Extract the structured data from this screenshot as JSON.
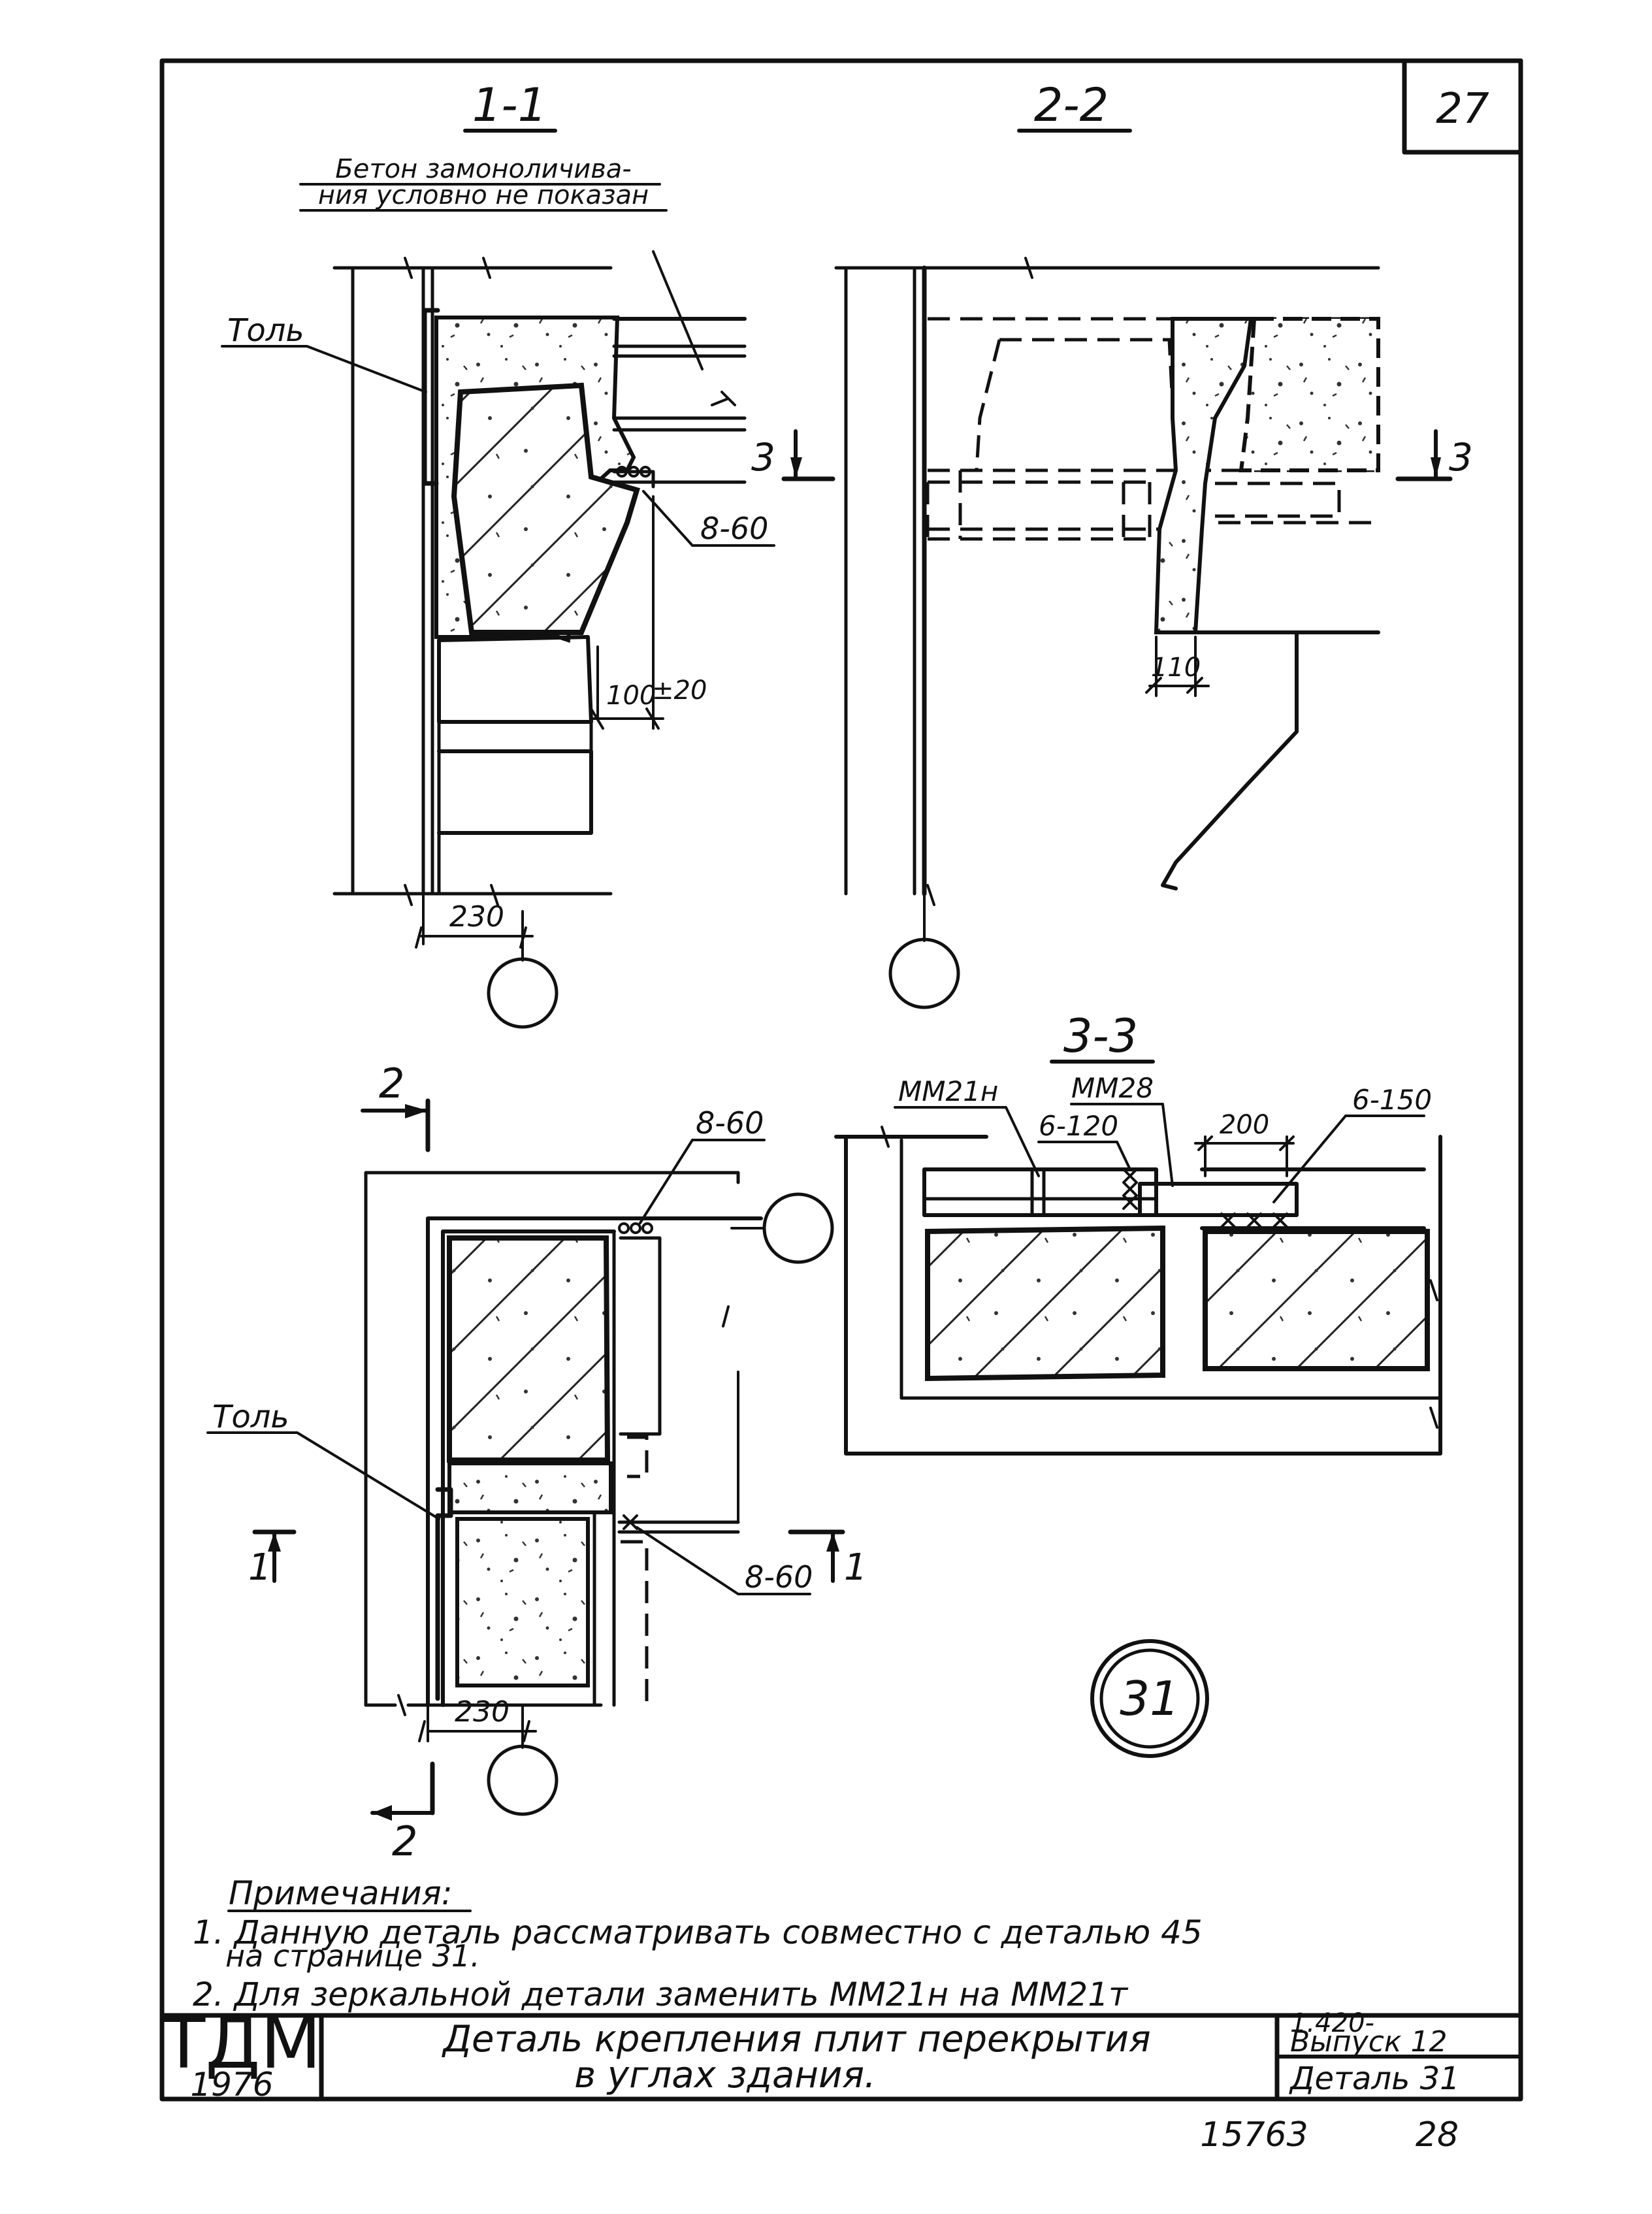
{
  "sheet": {
    "page_number": "27",
    "footer_number": "15763",
    "footer_page": "28"
  },
  "sections": {
    "s11": {
      "title": "1-1",
      "note_line1": "Бетон замоноличива-",
      "note_line2": "ния условно не показан",
      "tol_label": "Толь",
      "rebar_label": "8-60",
      "dim_230": "230",
      "dim_100": "100",
      "dim_tol": "±20",
      "cut_label": "3"
    },
    "s22": {
      "title": "2-2",
      "dim_110": "110",
      "cut_label": "3"
    },
    "s33": {
      "title": "3-3",
      "mm21h": "ММ21н",
      "mm28": "ММ28",
      "r6_120": "6-120",
      "r6_150": "6-150",
      "dim_200": "200"
    },
    "plan": {
      "cut2_top": "2",
      "cut2_bottom": "2",
      "cut1_left": "1",
      "cut1_right": "1",
      "rebar_top": "8-60",
      "rebar_bottom": "8-60",
      "tol_label": "Толь",
      "dim_230": "230",
      "detail_number": "31"
    }
  },
  "notes": {
    "heading": "Примечания:",
    "line1": "1. Данную деталь рассматривать совместно с деталью 45",
    "line2": "на странице 31.",
    "line3": "2. Для зеркальной детали заменить ММ21н на ММ21т"
  },
  "title_block": {
    "org": "ТДМ",
    "year": "1976",
    "title_line1": "Деталь крепления плит перекрытия",
    "title_line2": "в углах здания.",
    "series_line1": "1.420-",
    "series_line2": "Выпуск 12",
    "detail_label": "Деталь 31"
  }
}
